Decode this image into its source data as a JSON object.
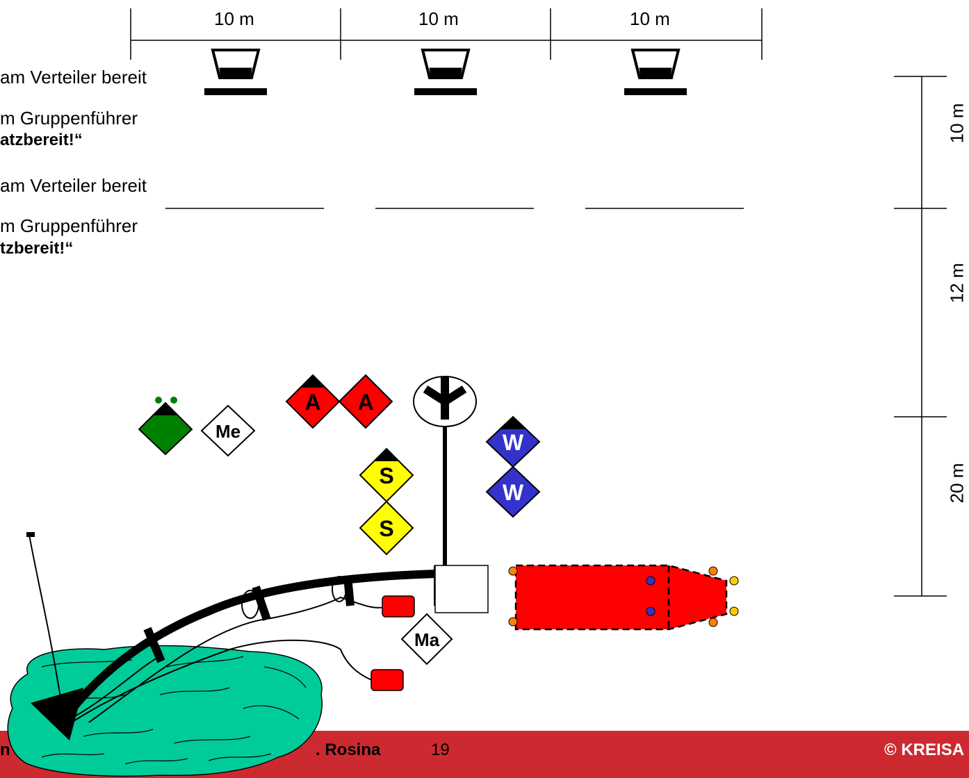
{
  "texts": {
    "line1": "am Verteiler  bereit",
    "line2": "m Gruppenführer",
    "line3": "atzbereit!“",
    "line4": "am Verteiler  bereit",
    "line5": "m Gruppenführer",
    "line6": "tzbereit!“"
  },
  "dimensions": {
    "top": [
      "10 m",
      "10 m",
      "10 m"
    ],
    "right": [
      "10 m",
      "12 m",
      "20 m"
    ]
  },
  "symbols": {
    "me": "Me",
    "a1": "A",
    "a2": "A",
    "s1": "S",
    "s2": "S",
    "w1": "W",
    "w2": "W",
    "ma": "Ma"
  },
  "footer": {
    "left": "n",
    "author": ". Rosina",
    "page": "19",
    "copyright": "© KREISA"
  },
  "colors": {
    "footer": "#cc2a30",
    "red": "#ff0000",
    "yellow": "#ffff00",
    "blue": "#3333cc",
    "green": "#008000",
    "water": "#00cc99",
    "orange": "#ff8000"
  }
}
